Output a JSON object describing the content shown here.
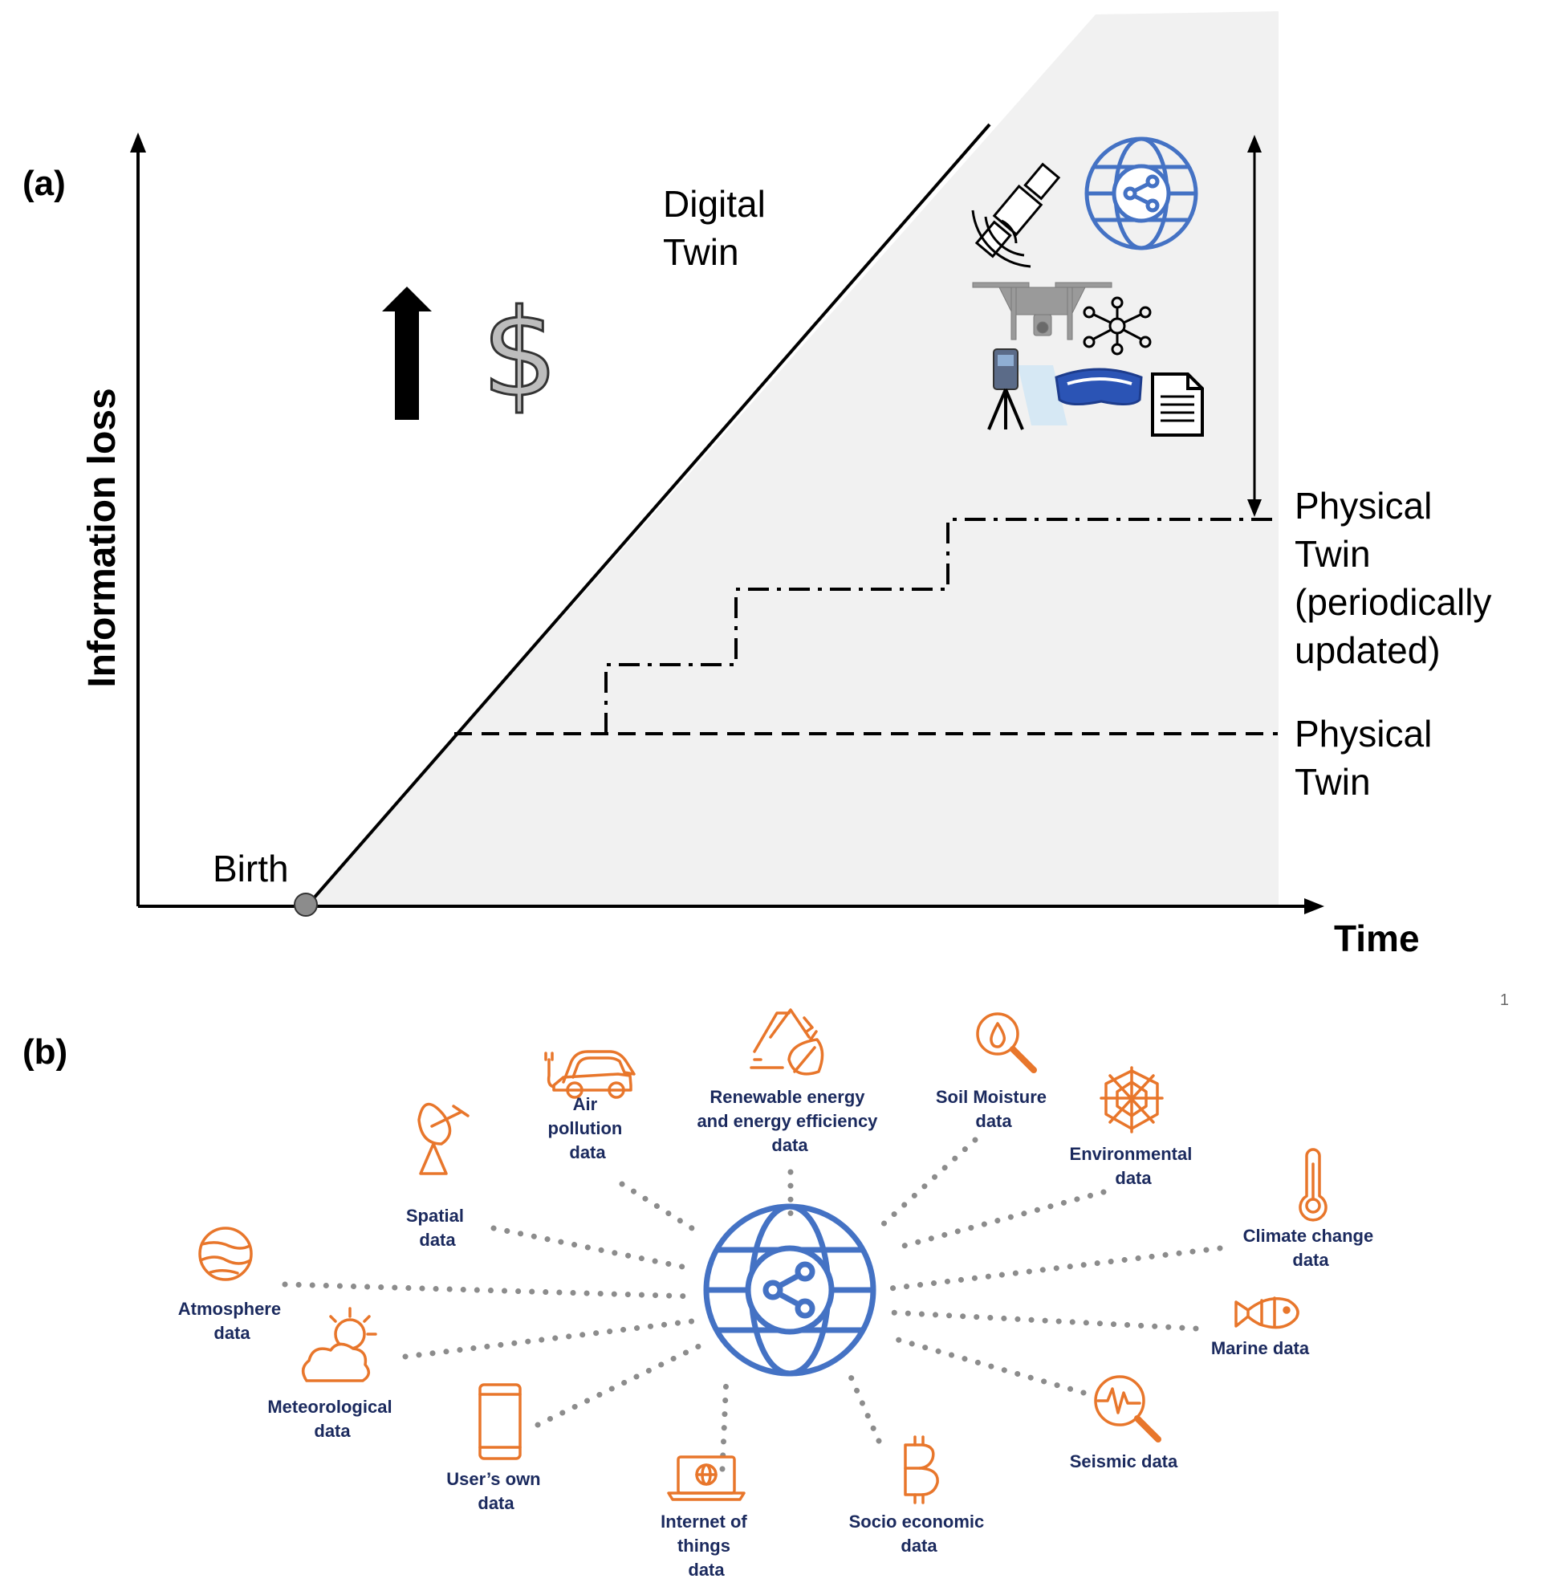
{
  "panel_a": {
    "tag": "(a)",
    "y_axis_label": "Information loss",
    "x_axis_label": "Time",
    "birth_label": "Birth",
    "digital_twin_label": [
      "Digital",
      "Twin"
    ],
    "physical_twin_updated_label": [
      "Physical",
      "Twin",
      "(periodically",
      "updated)"
    ],
    "physical_twin_label": [
      "Physical",
      "Twin"
    ],
    "currency_symbol": "$",
    "page_number": "1",
    "icons": [
      "satellite-icon",
      "globe-network-icon",
      "drone-icon",
      "social-network-icon",
      "laser-scanner-icon",
      "vr-headset-icon",
      "document-icon",
      "cost-increase-arrow-icon"
    ]
  },
  "panel_b": {
    "tag": "(b)",
    "hub_icon": "globe-share-icon",
    "accent_color": "#e8762b",
    "hub_color": "#4472c4",
    "label_color": "#1b2a5e",
    "sources": [
      {
        "id": "air-pollution",
        "icon": "electric-car-icon",
        "label": [
          "Air",
          "pollution",
          "data"
        ]
      },
      {
        "id": "renewable-energy",
        "icon": "recycle-leaf-icon",
        "label": [
          "Renewable energy",
          "and energy efficiency",
          "data"
        ]
      },
      {
        "id": "soil-moisture",
        "icon": "water-drop-magnifier-icon",
        "label": [
          "Soil Moisture",
          "data"
        ]
      },
      {
        "id": "environmental",
        "icon": "spider-web-icon",
        "label": [
          "Environmental",
          "data"
        ]
      },
      {
        "id": "spatial",
        "icon": "satellite-dish-icon",
        "label": [
          "Spatial",
          "data"
        ]
      },
      {
        "id": "climate-change",
        "icon": "thermometer-icon",
        "label": [
          "Climate change",
          "data"
        ]
      },
      {
        "id": "atmosphere",
        "icon": "planet-icon",
        "label": [
          "Atmosphere",
          "data"
        ]
      },
      {
        "id": "marine",
        "icon": "fish-icon",
        "label": [
          "Marine data"
        ]
      },
      {
        "id": "meteorological",
        "icon": "cloud-sun-icon",
        "label": [
          "Meteorological",
          "data"
        ]
      },
      {
        "id": "seismic",
        "icon": "seismic-magnifier-icon",
        "label": [
          "Seismic data"
        ]
      },
      {
        "id": "users-own",
        "icon": "smartphone-icon",
        "label": [
          "User’s own",
          "data"
        ]
      },
      {
        "id": "iot",
        "icon": "laptop-globe-icon",
        "label": [
          "Internet of",
          "things",
          "data"
        ]
      },
      {
        "id": "socio-economic",
        "icon": "bitcoin-icon",
        "label": [
          "Socio economic",
          "data"
        ]
      }
    ]
  }
}
